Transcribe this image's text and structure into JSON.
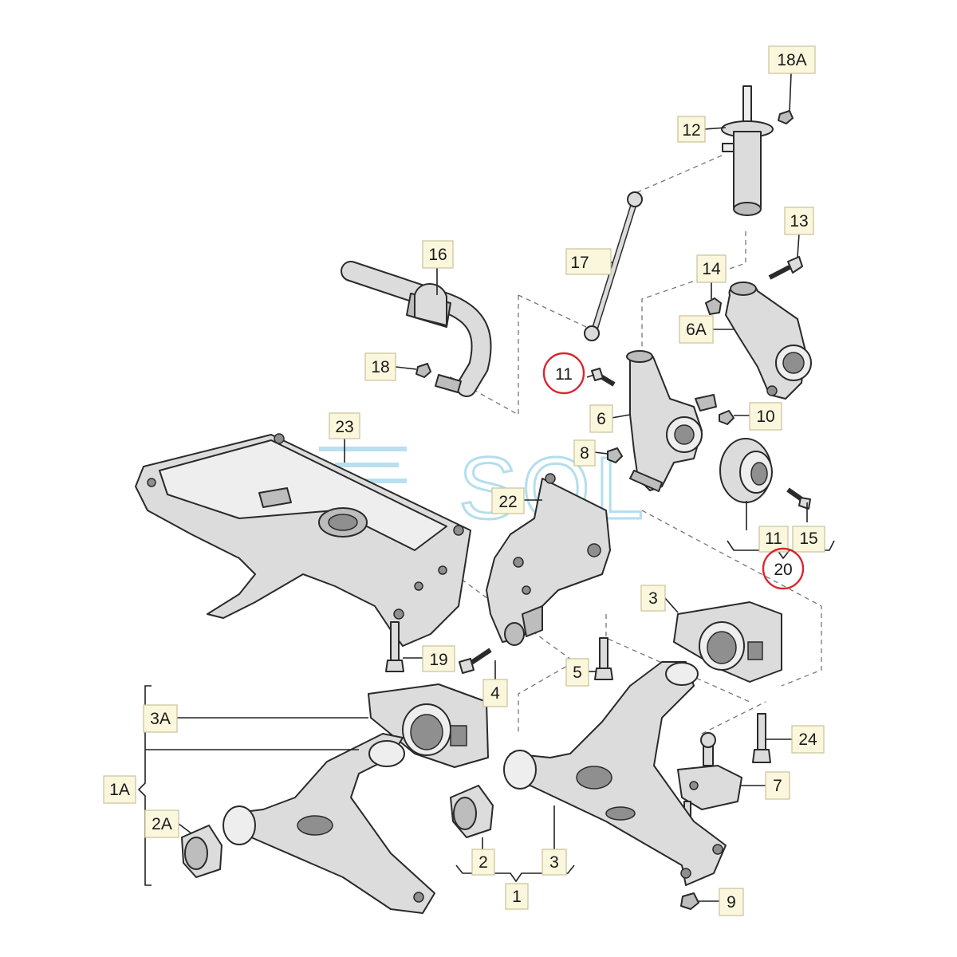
{
  "watermark": "SQL",
  "callouts": [
    {
      "id": "c18A",
      "text": "18A"
    },
    {
      "id": "c12",
      "text": "12"
    },
    {
      "id": "c17",
      "text": "17"
    },
    {
      "id": "c16",
      "text": "16"
    },
    {
      "id": "c13",
      "text": "13"
    },
    {
      "id": "c14",
      "text": "14"
    },
    {
      "id": "c6A",
      "text": "6A"
    },
    {
      "id": "c18",
      "text": "18"
    },
    {
      "id": "c11a",
      "text": "11"
    },
    {
      "id": "c6",
      "text": "6"
    },
    {
      "id": "c10",
      "text": "10"
    },
    {
      "id": "c23",
      "text": "23"
    },
    {
      "id": "c8",
      "text": "8"
    },
    {
      "id": "c22",
      "text": "22"
    },
    {
      "id": "c11b",
      "text": "11"
    },
    {
      "id": "c15",
      "text": "15"
    },
    {
      "id": "c20",
      "text": "20"
    },
    {
      "id": "c3a",
      "text": "3"
    },
    {
      "id": "c19",
      "text": "19"
    },
    {
      "id": "c4",
      "text": "4"
    },
    {
      "id": "c5",
      "text": "5"
    },
    {
      "id": "c3A",
      "text": "3A"
    },
    {
      "id": "c24",
      "text": "24"
    },
    {
      "id": "c1A",
      "text": "1A"
    },
    {
      "id": "c7",
      "text": "7"
    },
    {
      "id": "c2A",
      "text": "2A"
    },
    {
      "id": "c2",
      "text": "2"
    },
    {
      "id": "c3b",
      "text": "3"
    },
    {
      "id": "c1",
      "text": "1"
    },
    {
      "id": "c9",
      "text": "9"
    }
  ],
  "highlighted": [
    "c11a",
    "c20"
  ]
}
